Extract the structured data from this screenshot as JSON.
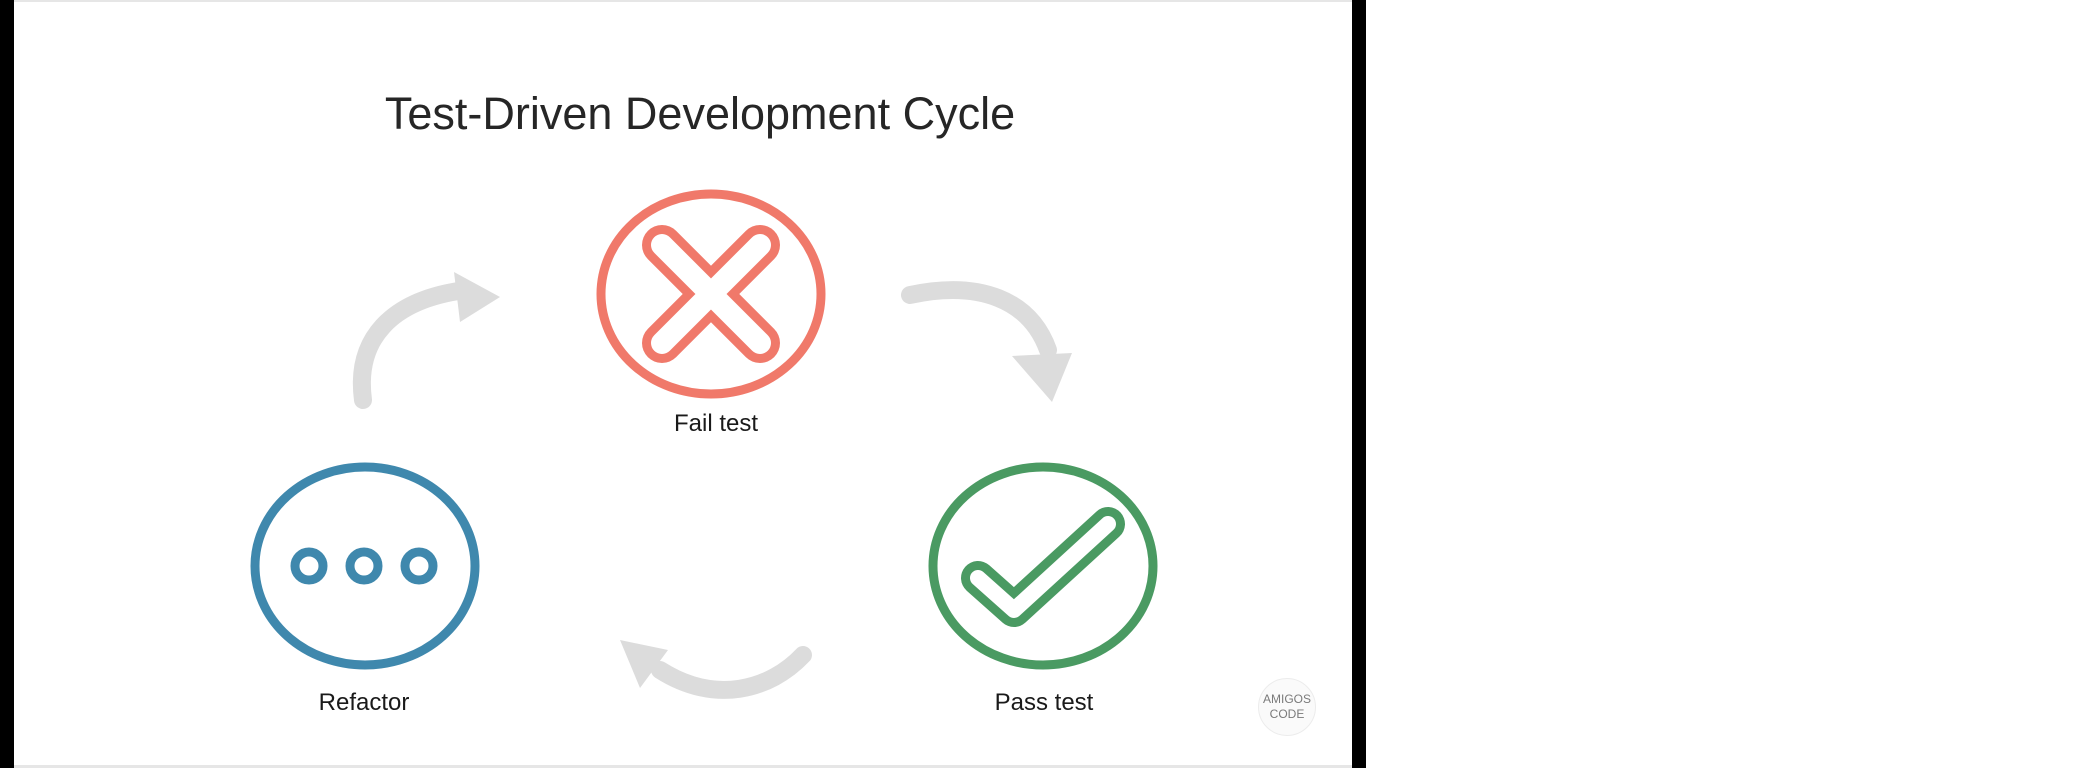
{
  "title": "Test-Driven Development Cycle",
  "steps": [
    {
      "label": "Fail test",
      "color": "#f0796a",
      "icon": "x-icon"
    },
    {
      "label": "Pass test",
      "color": "#4a9a62",
      "icon": "checkmark-icon"
    },
    {
      "label": "Refactor",
      "color": "#3f88ad",
      "icon": "ellipsis-icon"
    }
  ],
  "arrow_color": "#dcdcdc",
  "logo": {
    "line1": "AMIGOS",
    "line2": "CODE"
  }
}
